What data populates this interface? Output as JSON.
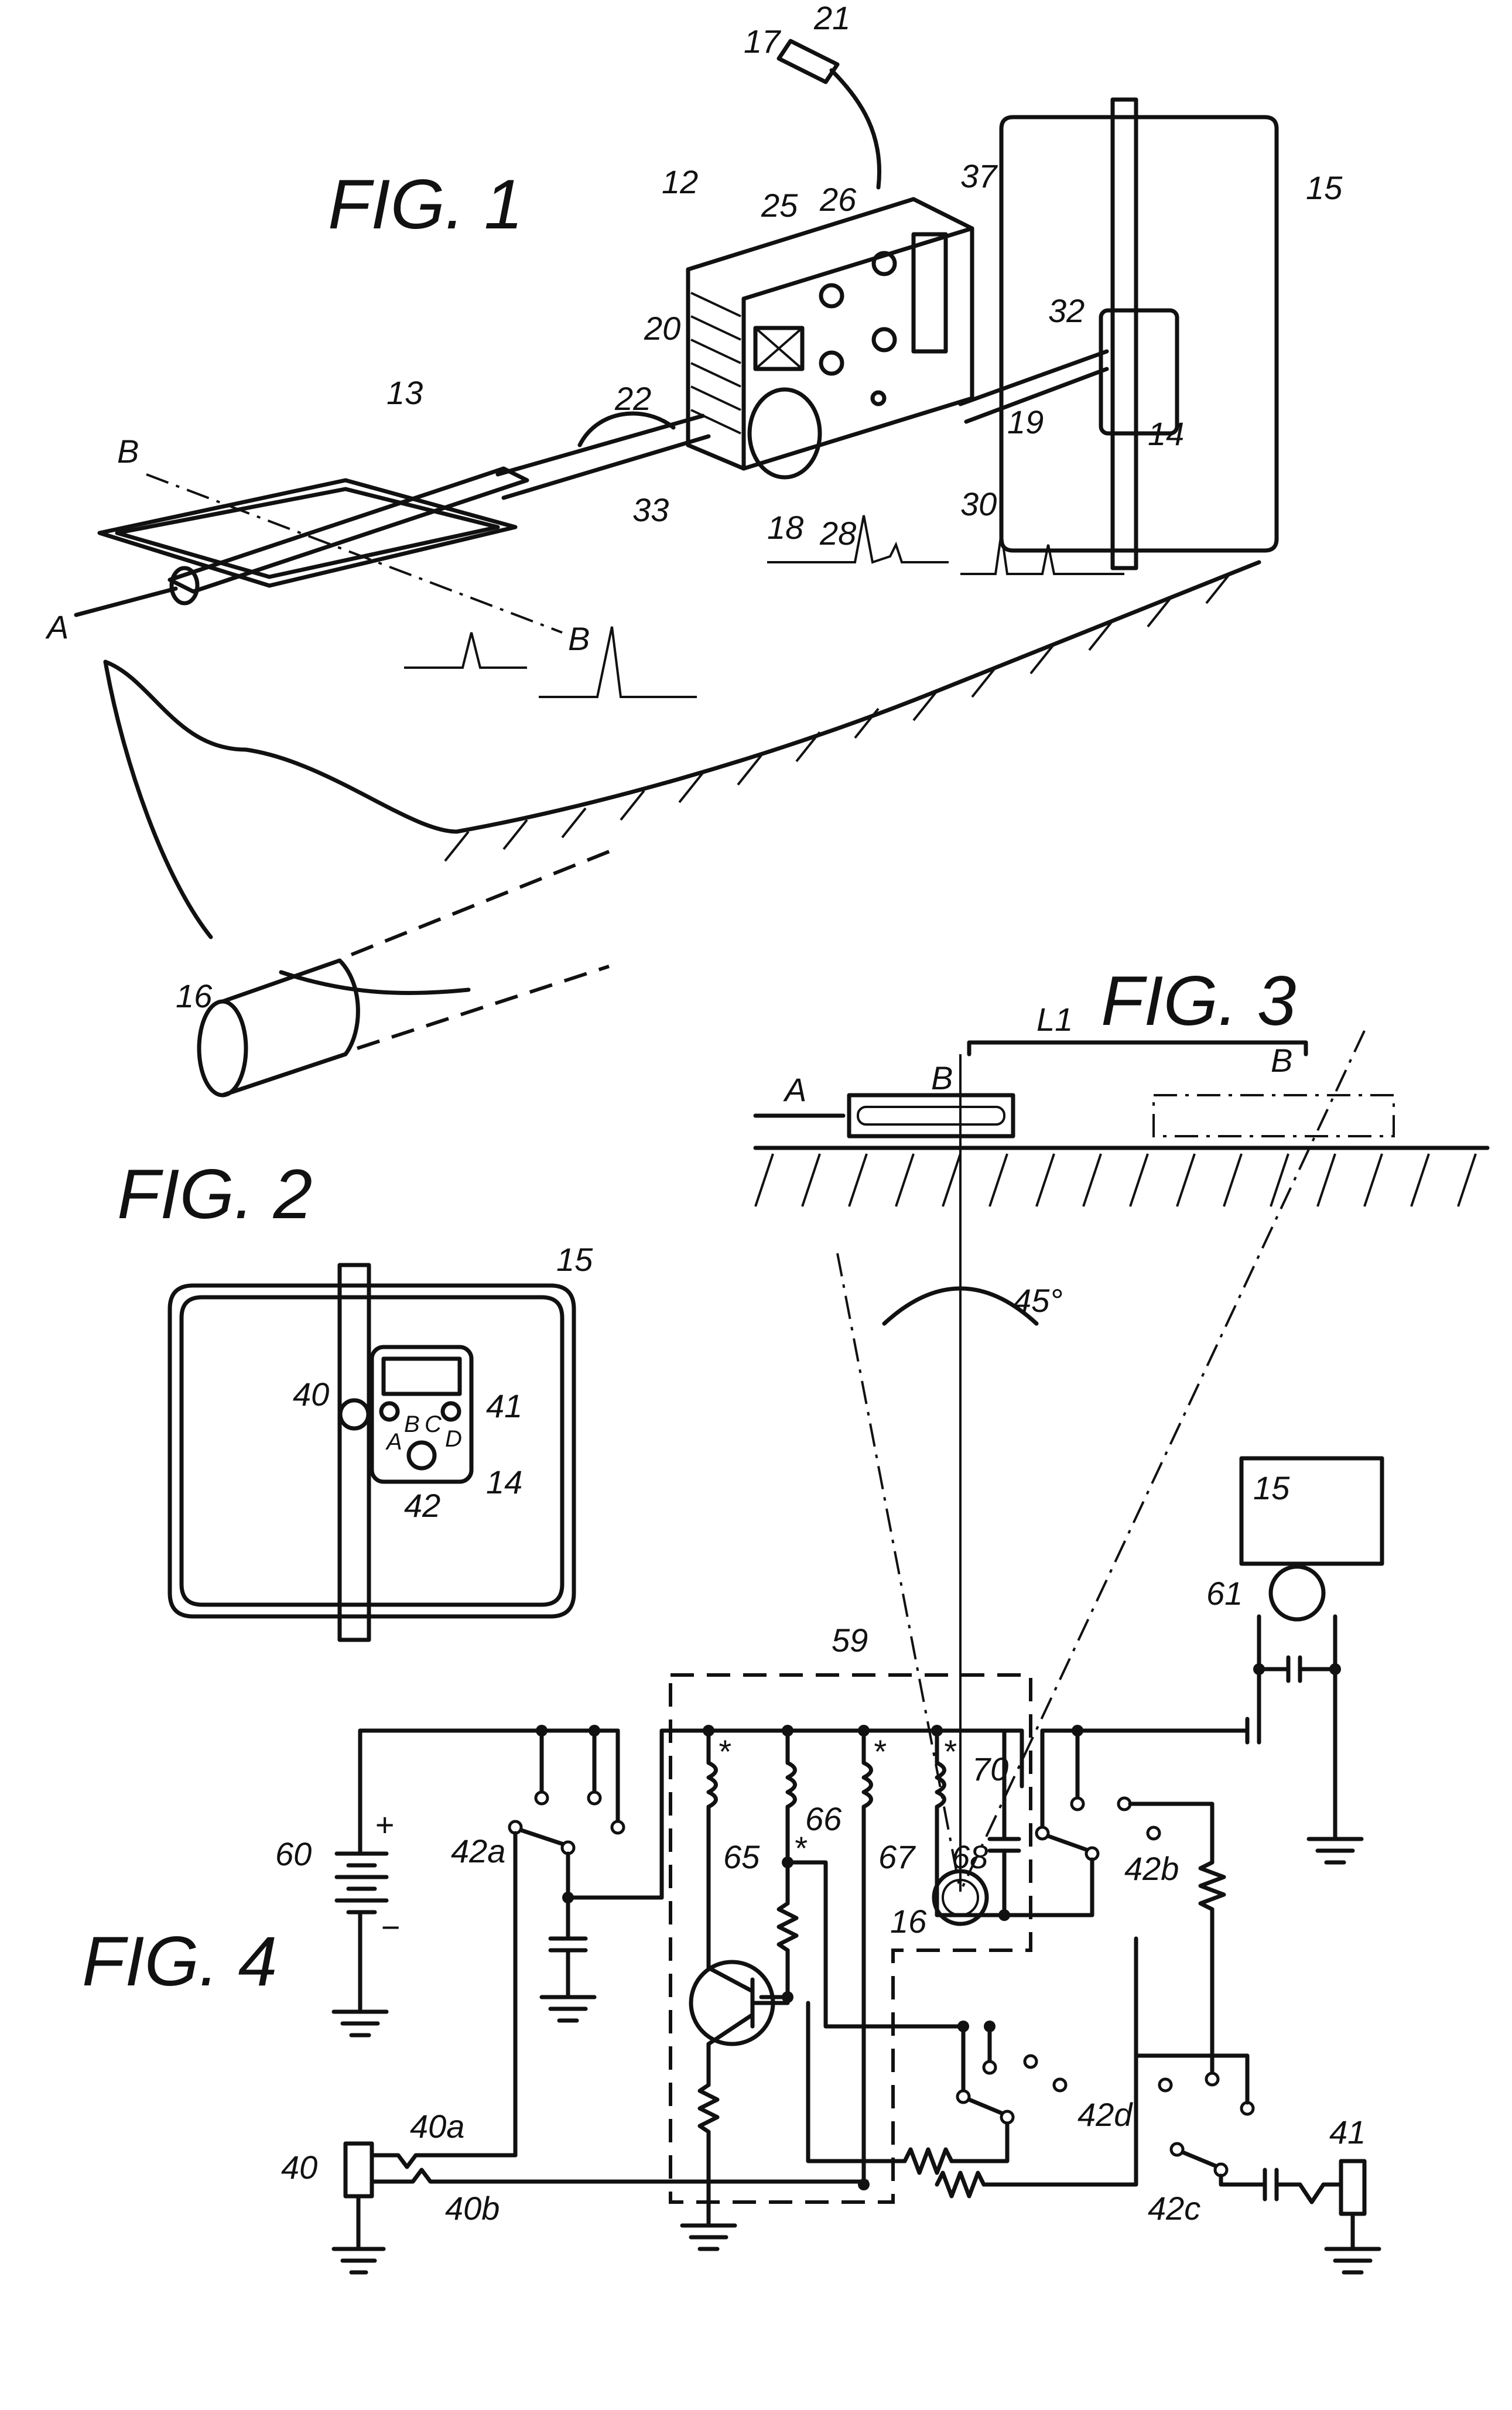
{
  "figures": {
    "fig1": {
      "title": "FIG. 1",
      "refs": {
        "r12": "12",
        "r13": "13",
        "r14": "14",
        "r15": "15",
        "r16": "16",
        "r17": "17",
        "r18": "18",
        "r19": "19",
        "r20": "20",
        "r21": "21",
        "r22": "22",
        "r25": "25",
        "r26": "26",
        "r28": "28",
        "r30": "30",
        "r32": "32",
        "r33": "33",
        "r37": "37"
      },
      "axis_labels": {
        "a": "A",
        "b1": "B",
        "b2": "B"
      }
    },
    "fig2": {
      "title": "FIG. 2",
      "refs": {
        "r15": "15",
        "r40": "40",
        "r41": "41",
        "r42": "42",
        "r14": "14"
      },
      "dial_positions": [
        "A",
        "B",
        "C",
        "D"
      ]
    },
    "fig3": {
      "title": "FIG. 3",
      "labels": {
        "a": "A",
        "b1": "B",
        "b2": "B",
        "l1": "L1",
        "angle": "45°",
        "r16": "16"
      }
    },
    "fig4": {
      "title": "FIG. 4",
      "refs": {
        "r15": "15",
        "r40": "40",
        "r40a": "40a",
        "r40b": "40b",
        "r41": "41",
        "r42a": "42a",
        "r42b": "42b",
        "r42c": "42c",
        "r42d": "42d",
        "r59": "59",
        "r60": "60",
        "r61": "61",
        "r65": "65",
        "r66": "66",
        "r67": "67",
        "r68": "68",
        "r70": "70"
      },
      "battery_polarity": {
        "plus": "+",
        "minus": "−"
      },
      "winding_marks": "*"
    }
  }
}
